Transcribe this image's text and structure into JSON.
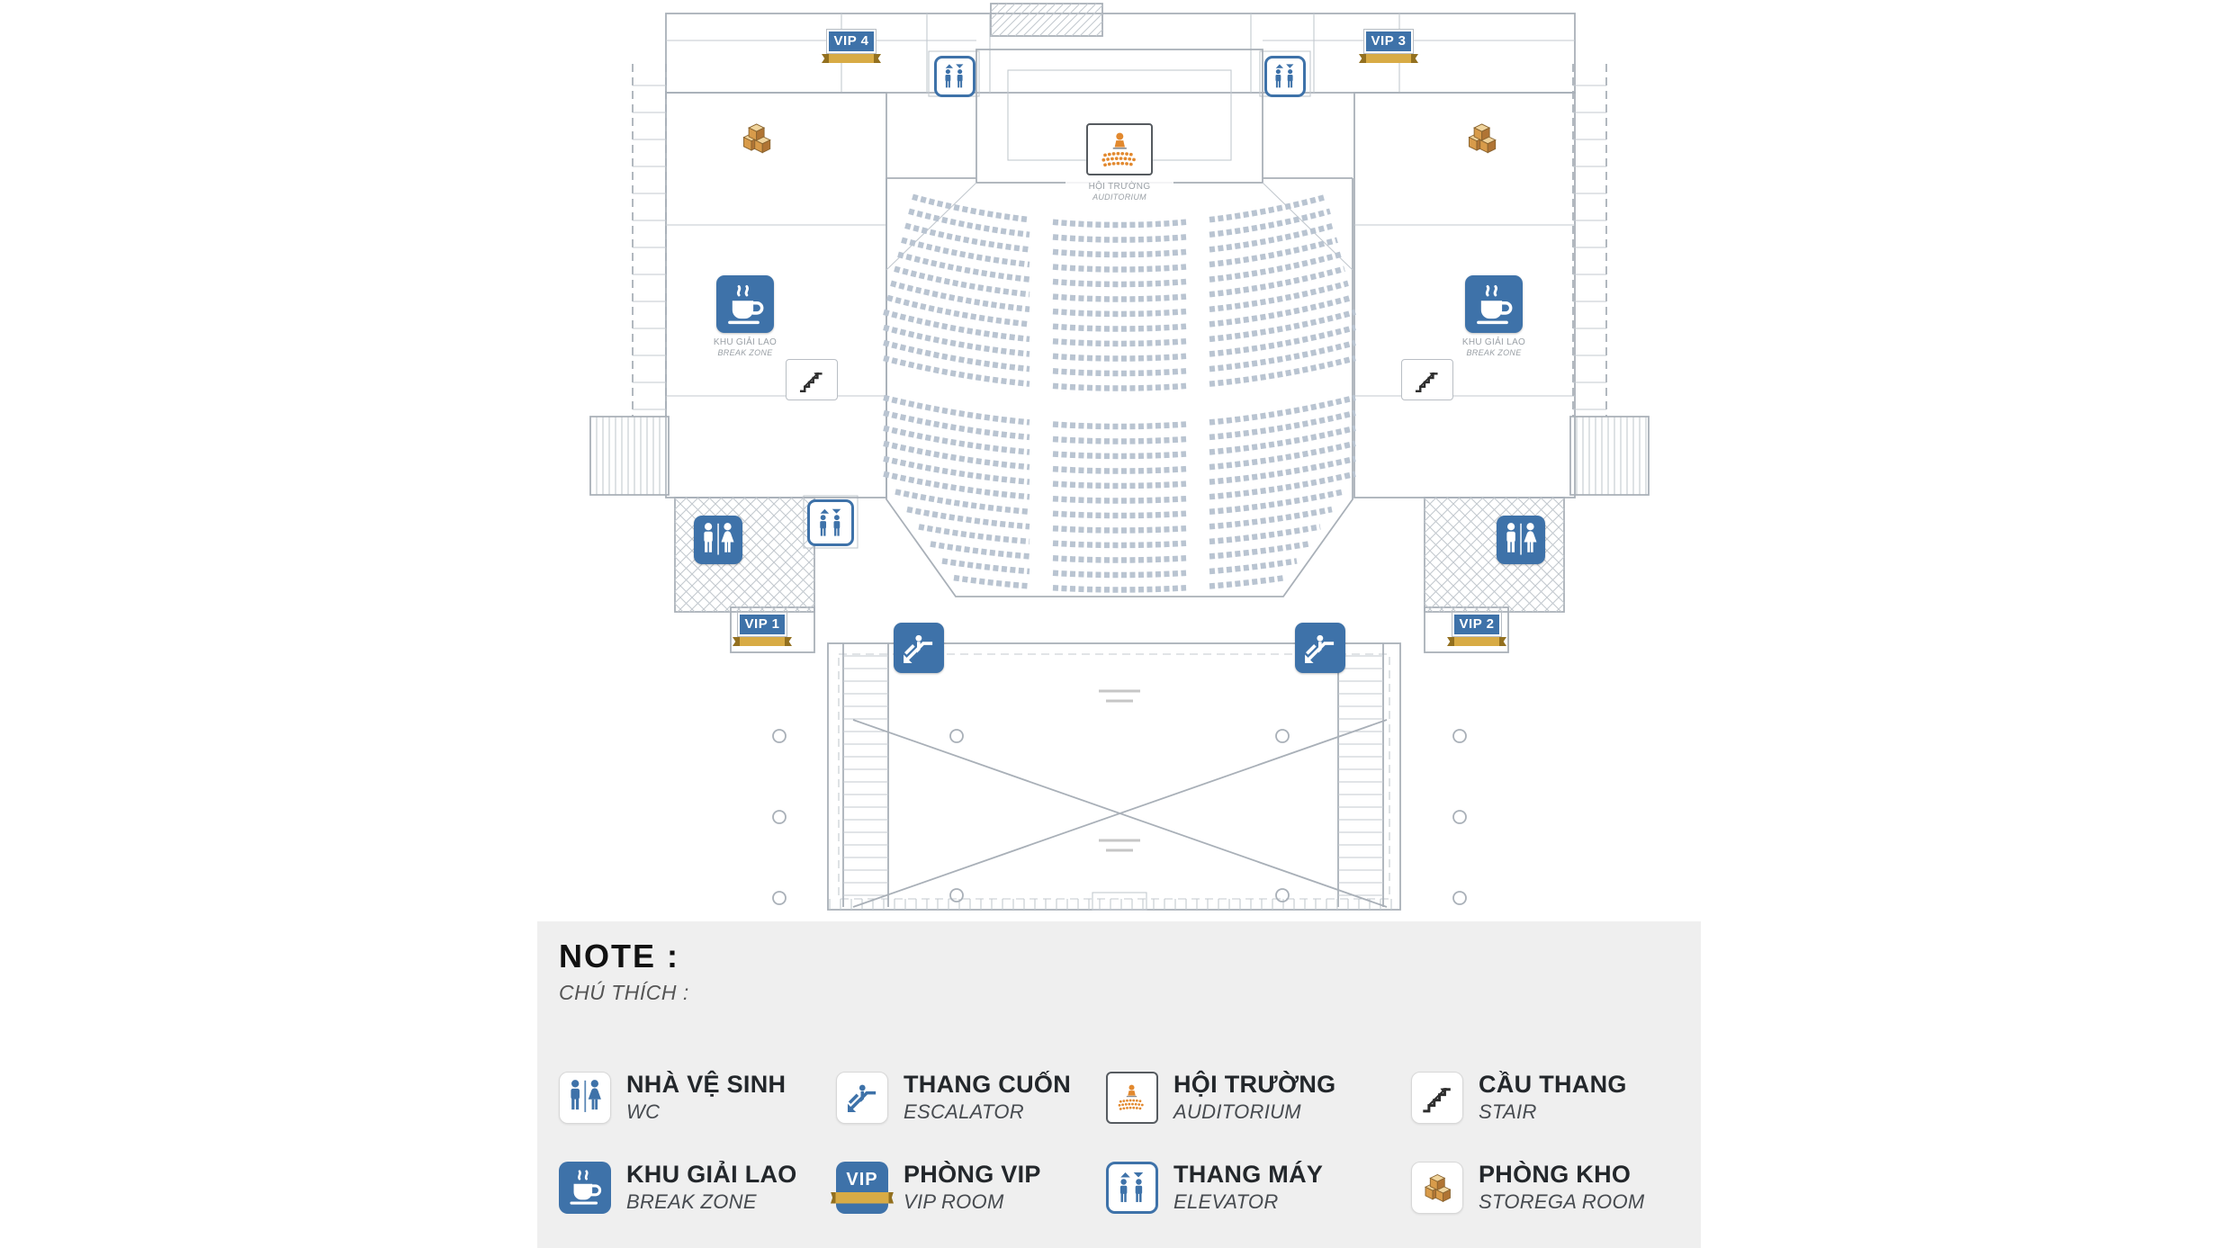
{
  "legend": {
    "title": "NOTE :",
    "subtitle": "CHÚ THÍCH :",
    "vip_icon_text": "VIP",
    "items": [
      {
        "icon": "wc-icon",
        "name_vi": "NHÀ VỆ SINH",
        "name_en": "WC"
      },
      {
        "icon": "escalator-icon",
        "name_vi": "THANG CUỐN",
        "name_en": "ESCALATOR"
      },
      {
        "icon": "auditorium-icon",
        "name_vi": "HỘI TRƯỜNG",
        "name_en": "AUDITORIUM"
      },
      {
        "icon": "stair-icon",
        "name_vi": "CẦU THANG",
        "name_en": "STAIR"
      },
      {
        "icon": "break-zone-icon",
        "name_vi": "KHU GIẢI LAO",
        "name_en": "BREAK ZONE"
      },
      {
        "icon": "vip-room-icon",
        "name_vi": "PHÒNG VIP",
        "name_en": "VIP ROOM"
      },
      {
        "icon": "elevator-icon",
        "name_vi": "THANG MÁY",
        "name_en": "ELEVATOR"
      },
      {
        "icon": "storage-icon",
        "name_vi": "PHÒNG KHO",
        "name_en": "STOREGA ROOM"
      }
    ]
  },
  "plan": {
    "vip_badges": [
      {
        "label": "VIP 4"
      },
      {
        "label": "VIP 3"
      },
      {
        "label": "VIP 1"
      },
      {
        "label": "VIP 2"
      }
    ],
    "labels": {
      "auditorium_vi": "HỘI TRƯỜNG",
      "auditorium_en": "AUDITORIUM",
      "break_vi": "KHU GIẢI LAO",
      "break_en": "BREAK ZONE"
    }
  },
  "colors": {
    "accent_blue": "#3e72a9",
    "gold": "#d8ab45",
    "orange": "#e2892f",
    "line_gray": "#a9b0b8",
    "legend_bg": "#efefef"
  }
}
